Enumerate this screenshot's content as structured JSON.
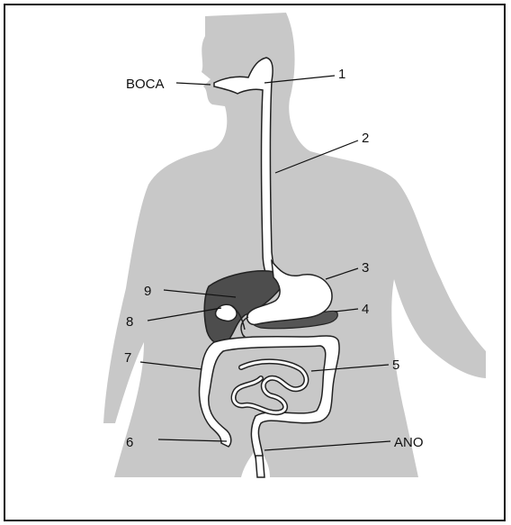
{
  "labels": {
    "mouth": "BOCA",
    "anus": "ANO",
    "n1": "1",
    "n2": "2",
    "n3": "3",
    "n4": "4",
    "n5": "5",
    "n6": "6",
    "n7": "7",
    "n8": "8",
    "n9": "9"
  },
  "colors": {
    "body": "#c8c8c8",
    "tract": "#ffffff",
    "outline": "#222222",
    "liver": "#4d4d4d",
    "pancreas": "#555555",
    "frame": "#111111"
  }
}
